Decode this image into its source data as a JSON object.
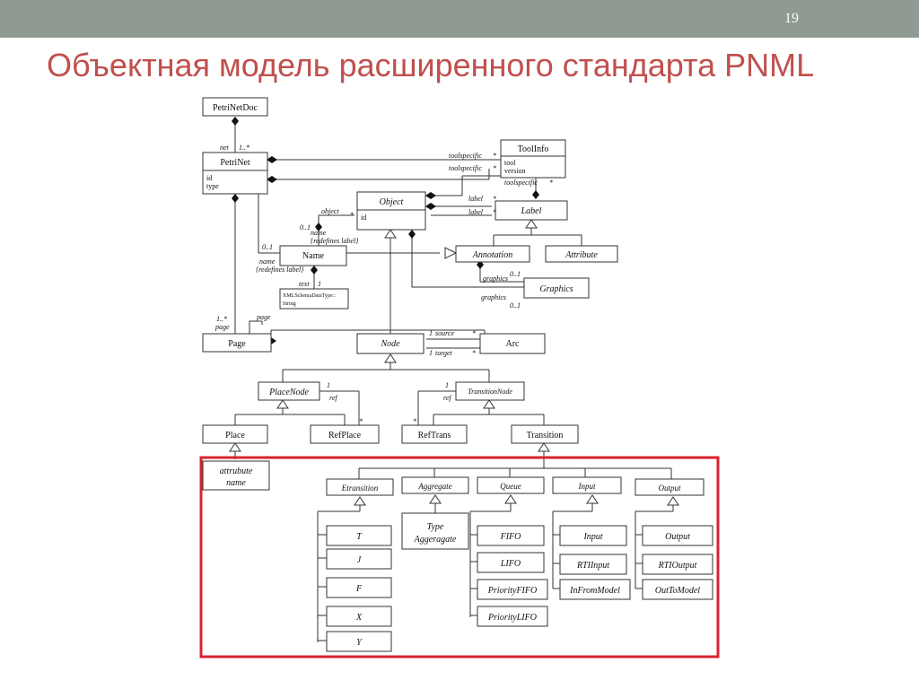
{
  "slide": {
    "number": "19",
    "title": "Объектная модель расширенного стандарта PNML"
  },
  "diagram": {
    "classes": {
      "petrinetdoc": "PetriNetDoc",
      "petrinet": "PetriNet",
      "petrinet_attr_id": "id",
      "petrinet_attr_type": "type",
      "toolinfo": "ToolInfo",
      "toolinfo_attr_tool": "tool",
      "toolinfo_attr_version": "version",
      "object": "Object",
      "object_attr_id": "id",
      "label": "Label",
      "name": "Name",
      "annotation": "Annotation",
      "attribute": "Attribute",
      "graphics": "Graphics",
      "xmlschema": "XMLSchemaDataType::",
      "xmlschema_string": "String",
      "page": "Page",
      "node": "Node",
      "arc": "Arc",
      "placenode": "PlaceNode",
      "transitionnode": "TransitionNode",
      "place": "Place",
      "refplace": "RefPlace",
      "reftrans": "RefTrans",
      "transition": "Transition"
    },
    "roles": {
      "net": "net",
      "net_mult": "1..*",
      "toolspecific_1": "toolspecific",
      "toolspecific_2": "toolspecific",
      "toolspecific_3": "toolspecific",
      "star": "*",
      "label_1": "label",
      "label_2": "label",
      "object": "object",
      "zero_one": "0..1",
      "name_redef": "name",
      "redefines": "{redefines label}",
      "text": "text",
      "one": "1",
      "graphics": "graphics",
      "page": "page",
      "page_mult": "1..*",
      "source": "source",
      "target": "target",
      "ref": "ref"
    },
    "extension": {
      "attribute_box": [
        "attrubute",
        "name"
      ],
      "groups": {
        "etransition": "Etransition",
        "aggregate": "Aggregate",
        "queue": "Queue",
        "input": "Input",
        "output": "Output"
      },
      "etransition_children": [
        "T",
        "J",
        "F",
        "X",
        "Y"
      ],
      "aggregate_children": [
        "Type",
        "Aggeragate"
      ],
      "queue_children": [
        "FIFO",
        "LIFO",
        "PriorityFIFO",
        "PriorityLIFO"
      ],
      "input_children": [
        "Input",
        "RTIInput",
        "InFromModel"
      ],
      "output_children": [
        "Output",
        "RTIOutput",
        "OutToModel"
      ]
    },
    "colors": {
      "header_bar": "#8f9a92",
      "title": "#c0504d",
      "highlight_frame": "#d9232e"
    }
  }
}
